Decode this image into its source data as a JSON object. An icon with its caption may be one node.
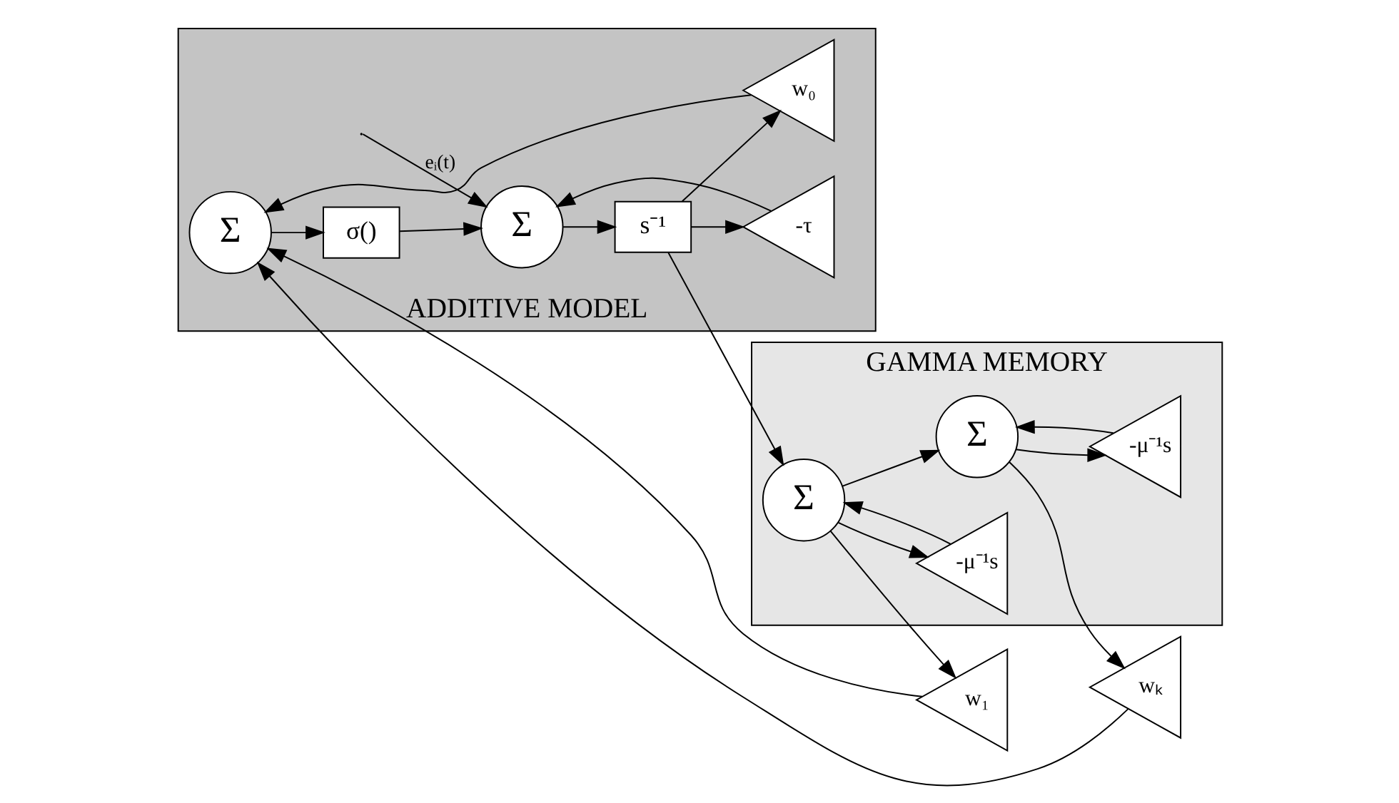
{
  "diagram": {
    "nodes": [
      {
        "text": [
          "ADDITIVE MODEL"
        ]
      },
      {
        "text": [
          "Σ"
        ],
        "in": 0
      },
      {
        "text": [
          "σ()"
        ],
        "in": 0
      },
      {
        "text": [
          "Σ"
        ],
        "in": 0
      },
      {
        "text": [
          "s⁻¹"
        ],
        "in": 0
      },
      {
        "text": [
          "-τ"
        ],
        "in": 0
      },
      {
        "text": [
          "w₀"
        ],
        "in": 0
      },
      {
        "text": [
          "w₁"
        ]
      },
      {
        "text": [
          "wₖ"
        ]
      },
      {
        "text": [
          "GAMMA MEMORY"
        ]
      },
      {
        "text": [
          "Σ"
        ],
        "in": 9
      },
      {
        "text": [
          "-μ⁻¹s"
        ],
        "in": 9
      },
      {
        "text": [
          "Σ"
        ],
        "in": 9
      },
      {
        "text": [
          "-μ⁻¹s"
        ],
        "in": 9
      }
    ],
    "edges": [
      {
        "from": null,
        "to": 3,
        "arrow": "to",
        "label": "eᵢ(t)"
      },
      {
        "from": 1,
        "to": 2,
        "arrow": "to"
      },
      {
        "from": 2,
        "to": 3,
        "arrow": "to"
      },
      {
        "from": 3,
        "to": 4,
        "arrow": "to"
      },
      {
        "from": 4,
        "to": 10,
        "arrow": "to"
      },
      {
        "from": 4,
        "to": 6,
        "arrow": "to"
      },
      {
        "from": 4,
        "to": 5,
        "arrow": "to"
      },
      {
        "from": 6,
        "to": 1,
        "arrow": "to"
      },
      {
        "from": 5,
        "to": 3,
        "arrow": "to"
      },
      {
        "from": 7,
        "to": 1,
        "arrow": "to"
      },
      {
        "from": 8,
        "to": 1,
        "arrow": "to"
      },
      {
        "from": 10,
        "to": 12,
        "arrow": "to"
      },
      {
        "from": 10,
        "to": 7,
        "arrow": "to"
      },
      {
        "from": 10,
        "to": 11,
        "arrow": "to"
      },
      {
        "from": 11,
        "to": 10,
        "arrow": "to"
      },
      {
        "from": 12,
        "to": 8,
        "arrow": "to"
      },
      {
        "from": 12,
        "to": 13,
        "arrow": "to"
      },
      {
        "from": 13,
        "to": 12,
        "arrow": "to"
      }
    ]
  }
}
